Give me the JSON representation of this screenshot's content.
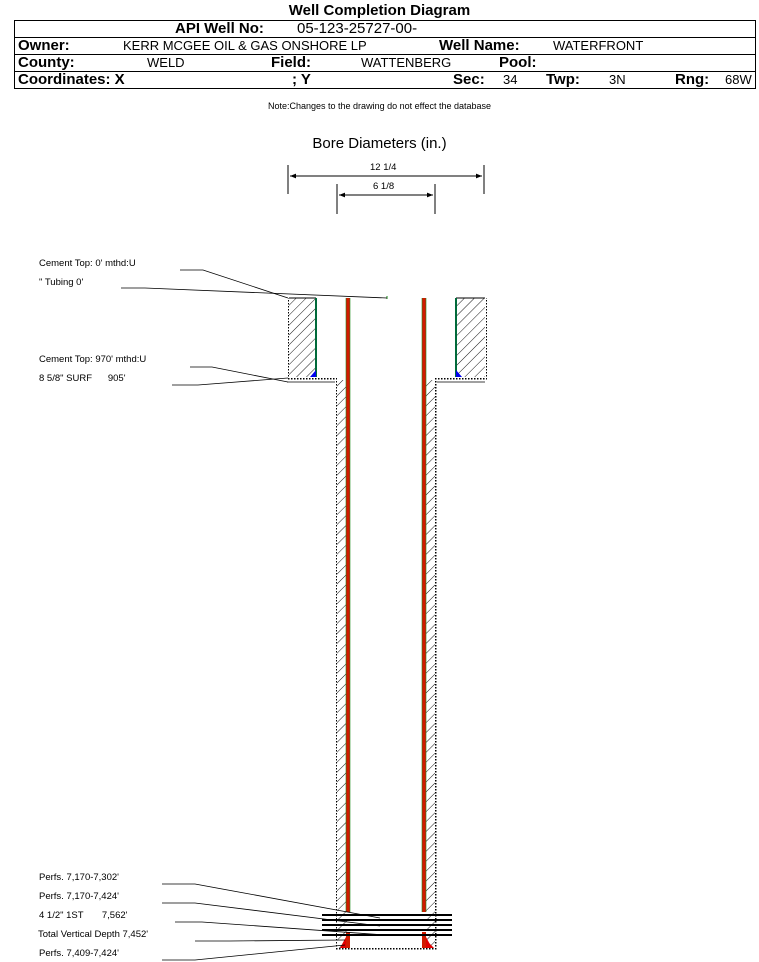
{
  "header": {
    "title": "Well Completion Diagram",
    "api_label": "API Well No:",
    "api_value": "05-123-25727-00-",
    "owner_label": "Owner:",
    "owner_value": "KERR MCGEE OIL & GAS ONSHORE LP",
    "well_name_label": "Well Name:",
    "well_name_value": "WATERFRONT",
    "county_label": "County:",
    "county_value": "WELD",
    "field_label": "Field:",
    "field_value": "WATTENBERG",
    "pool_label": "Pool:",
    "pool_value": "",
    "coords_label": "Coordinates: X",
    "coords_y_label": "; Y",
    "sec_label": "Sec:",
    "sec_value": "34",
    "twp_label": "Twp:",
    "twp_value": "3N",
    "rng_label": "Rng:",
    "rng_value": "68W"
  },
  "note": "Note:Changes to the drawing do not effect the database",
  "bore": {
    "title": "Bore Diameters (in.)",
    "outer": "12 1/4",
    "inner": "6 1/8"
  },
  "annotations": {
    "top": [
      "Cement Top: 0' mthd:U",
      "\" Tubing 0'"
    ],
    "surface": [
      "Cement Top: 970' mthd:U",
      "8 5/8\" SURF      905'"
    ],
    "bottom": [
      "Perfs. 7,170-7,302'",
      "Perfs. 7,170-7,424'",
      "4 1/2\" 1ST       7,562'",
      "Total Vertical Depth 7,452'",
      "Perfs. 7,409-7,424'"
    ]
  },
  "colors": {
    "casing": "#d11a00",
    "casing_edge": "#1a8a1a",
    "cement_shoe": "#0000ee",
    "green_line": "#006a3a",
    "red_shoe": "#e00000"
  }
}
